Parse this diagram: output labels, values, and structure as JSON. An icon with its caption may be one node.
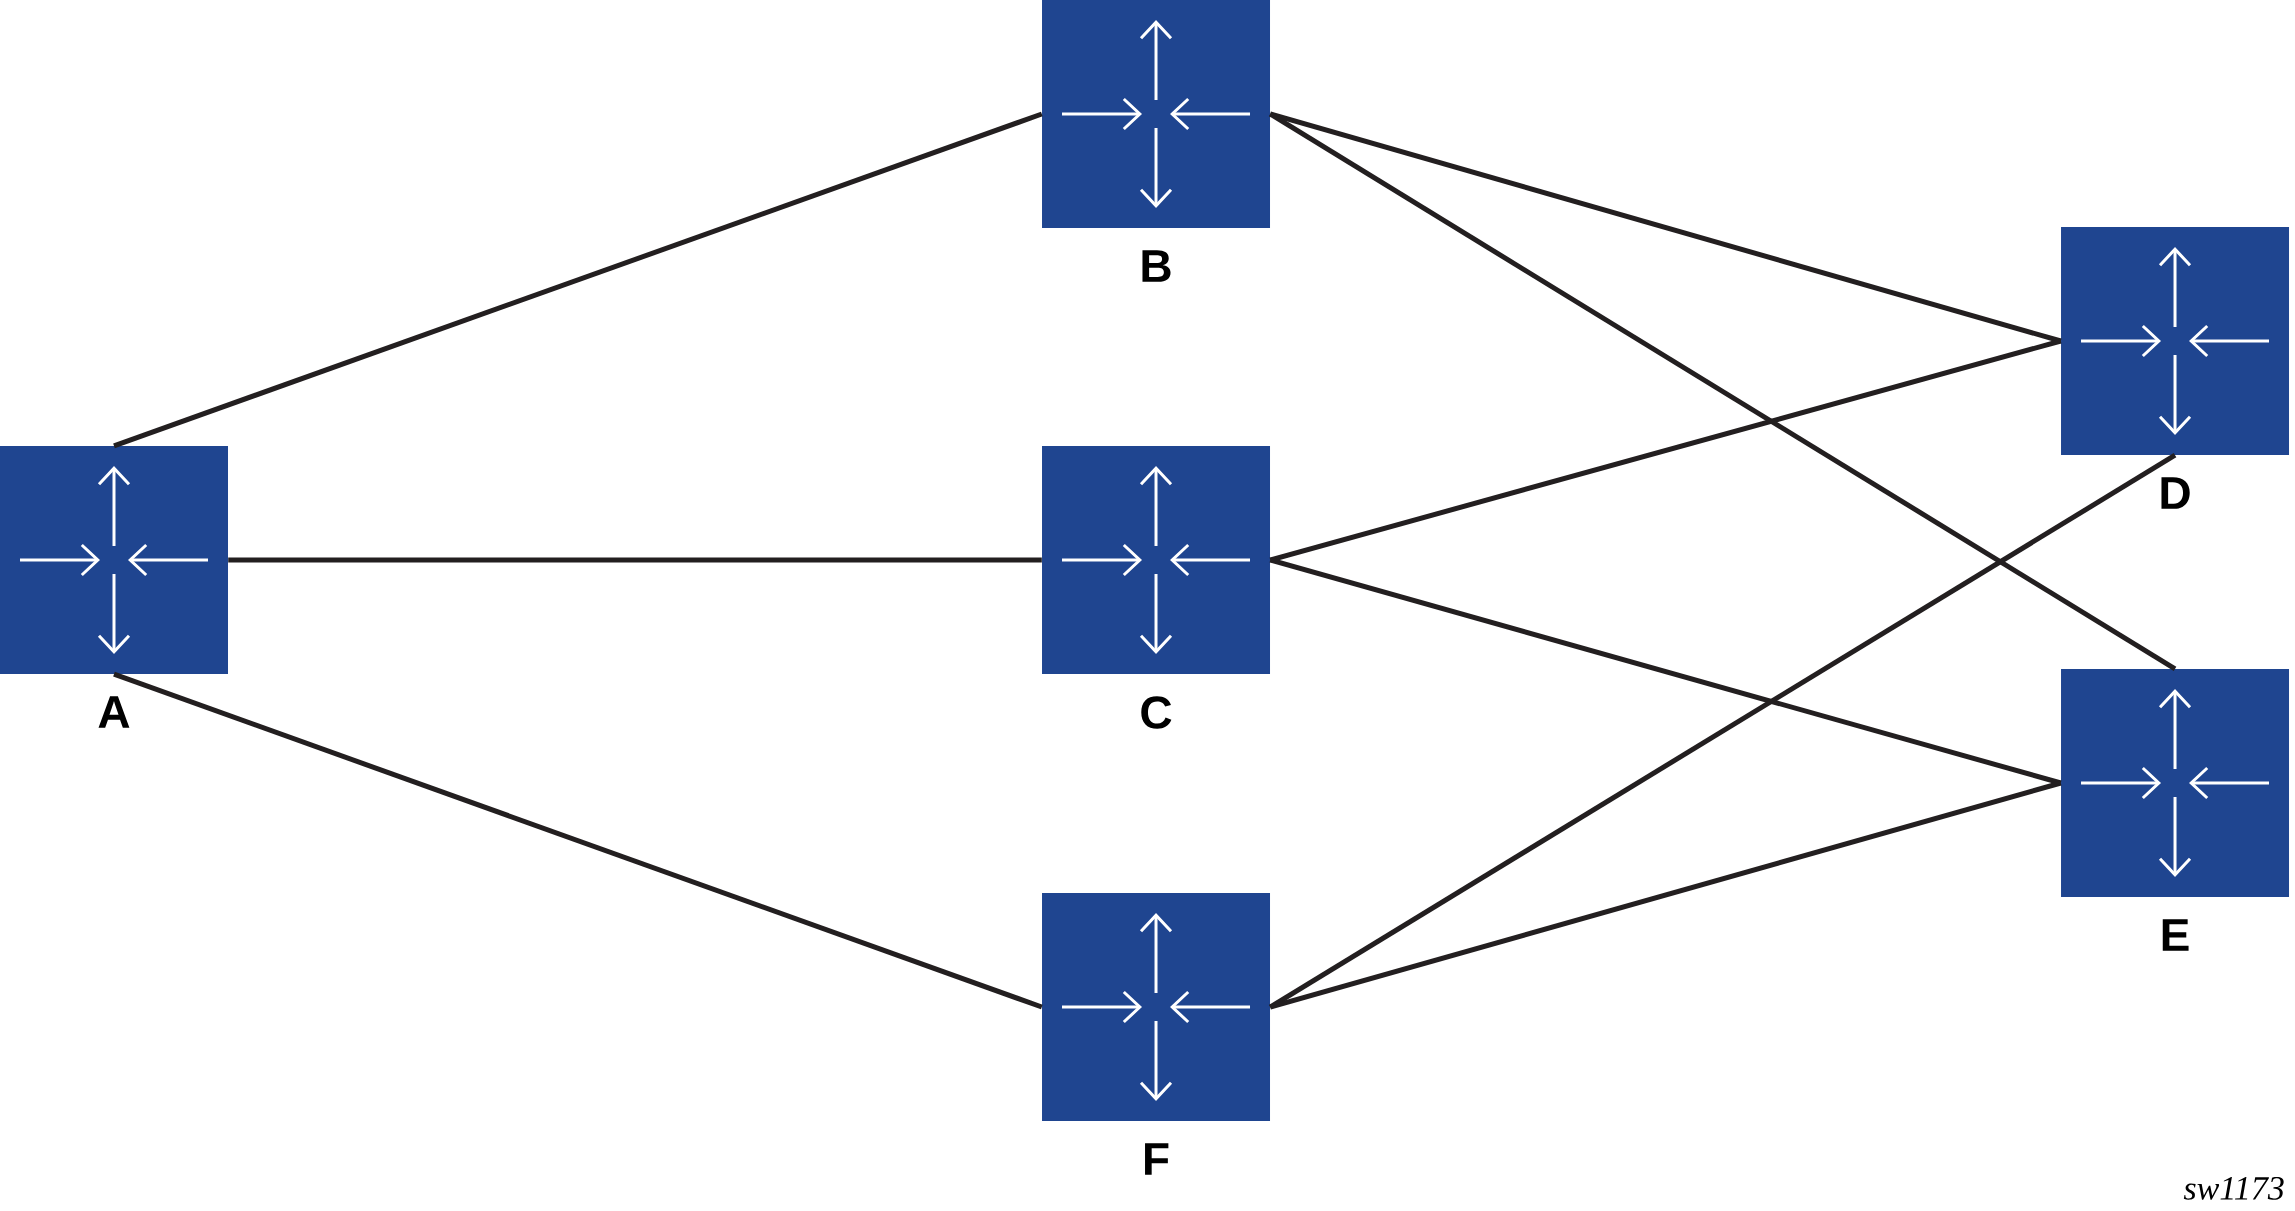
{
  "diagram": {
    "nodes": [
      {
        "text": [
          "A"
        ]
      },
      {
        "text": [
          "B"
        ]
      },
      {
        "text": [
          "C"
        ]
      },
      {
        "text": [
          "F"
        ]
      },
      {
        "text": [
          "D"
        ]
      },
      {
        "text": [
          "E"
        ]
      }
    ],
    "edges": [
      {
        "from": 0,
        "to": 1,
        "arrow": "none"
      },
      {
        "from": 0,
        "to": 2,
        "arrow": "none"
      },
      {
        "from": 0,
        "to": 3,
        "arrow": "none"
      },
      {
        "from": 1,
        "to": 4,
        "arrow": "none"
      },
      {
        "from": 1,
        "to": 5,
        "arrow": "none"
      },
      {
        "from": 2,
        "to": 4,
        "arrow": "none"
      },
      {
        "from": 2,
        "to": 5,
        "arrow": "none"
      },
      {
        "from": 3,
        "to": 4,
        "arrow": "none"
      },
      {
        "from": 3,
        "to": 5,
        "arrow": "none"
      }
    ],
    "labels": [
      "sw1173"
    ]
  }
}
